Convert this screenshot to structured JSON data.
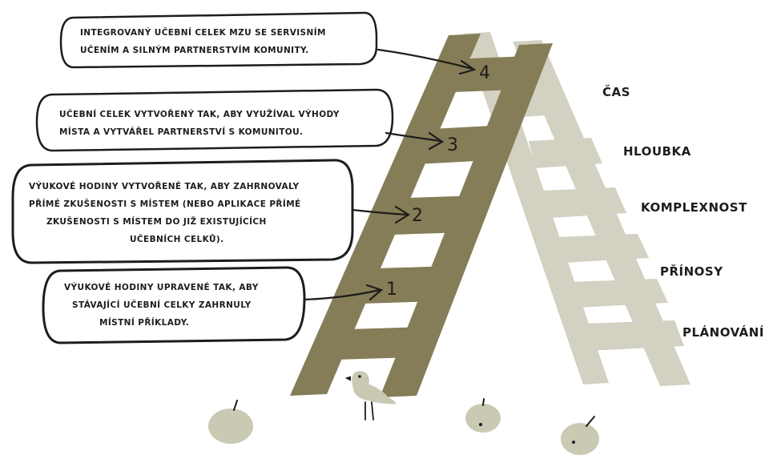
{
  "colors": {
    "ladder_front": "#857d57",
    "ladder_back": "#d2d1c2",
    "apple": "#c9c9b4",
    "ink": "#1d1d1b"
  },
  "bubbles": [
    {
      "line1": "INTEGROVANÝ UČEBNÍ CELEK MZU SE SERVISNÍM",
      "line2": "UČENÍM A SILNÝM PARTNERSTVÍM KOMUNITY.",
      "line3": "",
      "line4": ""
    },
    {
      "line1": "UČEBNÍ CELEK VYTVOŘENÝ TAK, ABY VYUŽÍVAL VÝHODY",
      "line2": "MÍSTA A VYTVÁŘEL PARTNERSTVÍ S KOMUNITOU.",
      "line3": "",
      "line4": ""
    },
    {
      "line1": "VÝUKOVÉ HODINY VYTVOŘENÉ TAK, ABY ZAHRNOVALY",
      "line2": "PŘÍMÉ ZKUŠENOSTI S MÍSTEM (NEBO APLIKACE PŘÍMÉ",
      "line3": "ZKUŠENOSTI S MÍSTEM DO JIŽ EXISTUJÍCÍCH",
      "line4": "UČEBNÍCH CELKŮ)."
    },
    {
      "line1": "VÝUKOVÉ HODINY UPRAVENÉ TAK, ABY",
      "line2": "STÁVAJÍCÍ UČEBNÍ CELKY ZAHRNULY",
      "line3": "MÍSTNÍ PŘÍKLADY.",
      "line4": ""
    }
  ],
  "rungs": [
    "4",
    "3",
    "2",
    "1"
  ],
  "dimensions": [
    "ČAS",
    "HLOUBKA",
    "KOMPLEXNOST",
    "PŘÍNOSY",
    "PLÁNOVÁNÍ"
  ]
}
